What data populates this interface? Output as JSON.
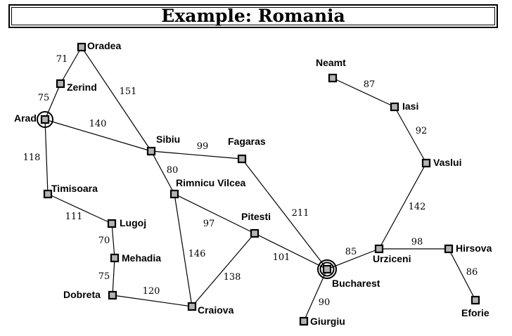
{
  "title": "Example: Romania",
  "cities": [
    {
      "id": "oradea",
      "name": "Oradea"
    },
    {
      "id": "zerind",
      "name": "Zerind"
    },
    {
      "id": "arad",
      "name": "Arad",
      "marker": "start"
    },
    {
      "id": "timisoara",
      "name": "Timisoara"
    },
    {
      "id": "lugoj",
      "name": "Lugoj"
    },
    {
      "id": "mehadia",
      "name": "Mehadia"
    },
    {
      "id": "dobreta",
      "name": "Dobreta"
    },
    {
      "id": "craiova",
      "name": "Craiova"
    },
    {
      "id": "sibiu",
      "name": "Sibiu"
    },
    {
      "id": "rimnicu",
      "name": "Rimnicu Vilcea"
    },
    {
      "id": "fagaras",
      "name": "Fagaras"
    },
    {
      "id": "pitesti",
      "name": "Pitesti"
    },
    {
      "id": "bucharest",
      "name": "Bucharest",
      "marker": "goal"
    },
    {
      "id": "giurgiu",
      "name": "Giurgiu"
    },
    {
      "id": "urziceni",
      "name": "Urziceni"
    },
    {
      "id": "hirsova",
      "name": "Hirsova"
    },
    {
      "id": "eforie",
      "name": "Eforie"
    },
    {
      "id": "vaslui",
      "name": "Vaslui"
    },
    {
      "id": "iasi",
      "name": "Iasi"
    },
    {
      "id": "neamt",
      "name": "Neamt"
    }
  ],
  "roads": [
    {
      "from": "arad",
      "to": "zerind",
      "distance": "75"
    },
    {
      "from": "zerind",
      "to": "oradea",
      "distance": "71"
    },
    {
      "from": "oradea",
      "to": "sibiu",
      "distance": "151"
    },
    {
      "from": "arad",
      "to": "sibiu",
      "distance": "140"
    },
    {
      "from": "arad",
      "to": "timisoara",
      "distance": "118"
    },
    {
      "from": "timisoara",
      "to": "lugoj",
      "distance": "111"
    },
    {
      "from": "lugoj",
      "to": "mehadia",
      "distance": "70"
    },
    {
      "from": "mehadia",
      "to": "dobreta",
      "distance": "75"
    },
    {
      "from": "dobreta",
      "to": "craiova",
      "distance": "120"
    },
    {
      "from": "sibiu",
      "to": "fagaras",
      "distance": "99"
    },
    {
      "from": "sibiu",
      "to": "rimnicu",
      "distance": "80"
    },
    {
      "from": "rimnicu",
      "to": "pitesti",
      "distance": "97"
    },
    {
      "from": "rimnicu",
      "to": "craiova",
      "distance": "146"
    },
    {
      "from": "craiova",
      "to": "pitesti",
      "distance": "138"
    },
    {
      "from": "fagaras",
      "to": "bucharest",
      "distance": "211"
    },
    {
      "from": "pitesti",
      "to": "bucharest",
      "distance": "101"
    },
    {
      "from": "bucharest",
      "to": "giurgiu",
      "distance": "90"
    },
    {
      "from": "bucharest",
      "to": "urziceni",
      "distance": "85"
    },
    {
      "from": "urziceni",
      "to": "hirsova",
      "distance": "98"
    },
    {
      "from": "hirsova",
      "to": "eforie",
      "distance": "86"
    },
    {
      "from": "urziceni",
      "to": "vaslui",
      "distance": "142"
    },
    {
      "from": "vaslui",
      "to": "iasi",
      "distance": "92"
    },
    {
      "from": "iasi",
      "to": "neamt",
      "distance": "87"
    }
  ]
}
